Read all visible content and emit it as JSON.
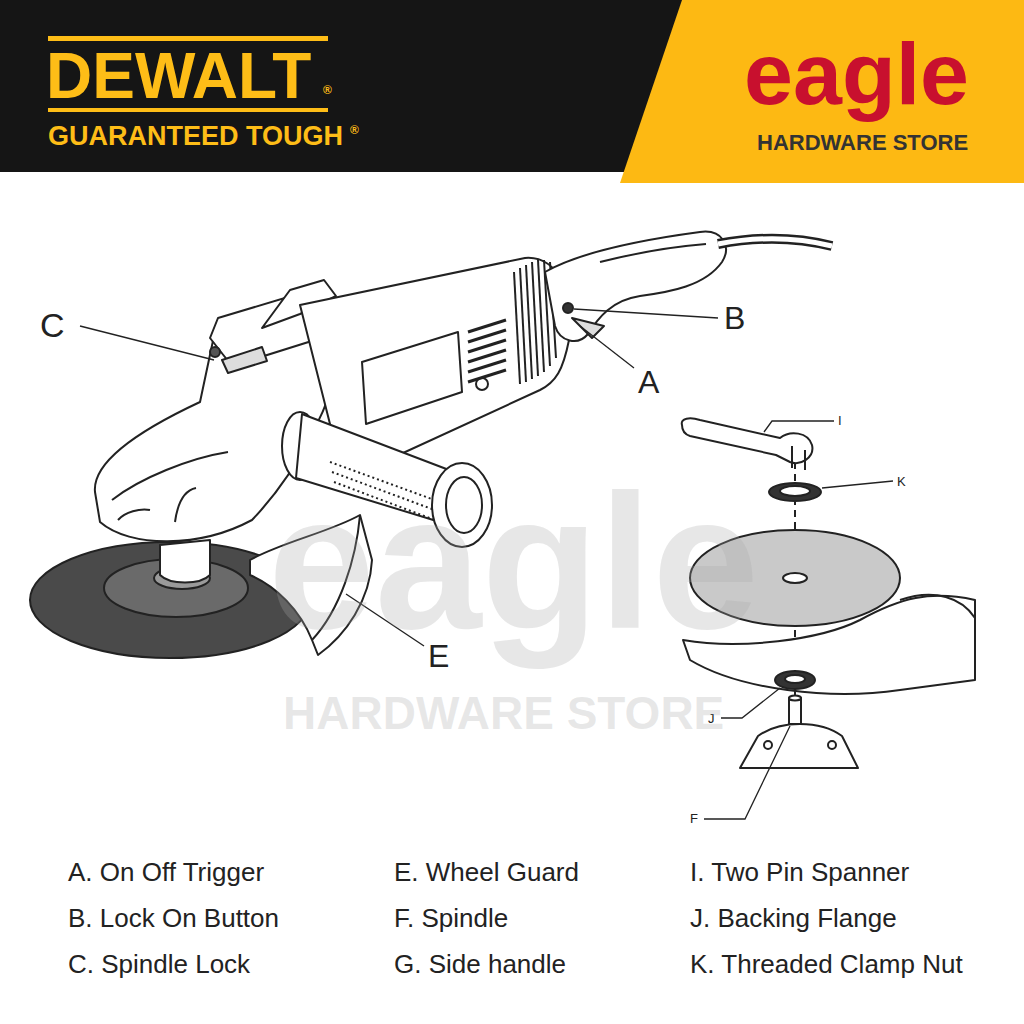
{
  "diagram": {
    "nodes": [
      {
        "text": [
          "DEWALT",
          "GUARANTEED TOUGH"
        ]
      },
      {
        "text": [
          "eagle",
          "HARDWARE STORE"
        ]
      }
    ],
    "labels": [
      "®",
      "®",
      "C",
      "B",
      "A",
      "E",
      "I",
      "K",
      "J",
      "F",
      "eagle",
      "HARDWARE STORE",
      "A. On Off Trigger",
      "B. Lock On Button",
      "C. Spindle Lock",
      "E. Wheel Guard",
      "F. Spindle",
      "G. Side handle",
      "I. Two Pin Spanner",
      "J. Backing Flange",
      "K. Threaded Clamp Nut"
    ]
  }
}
